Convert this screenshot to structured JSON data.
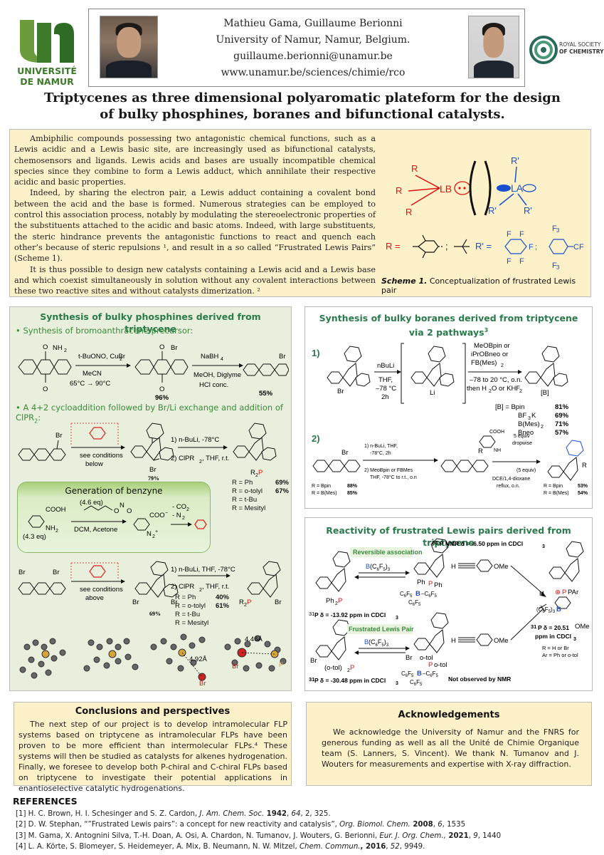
{
  "header": {
    "logo_left_lines": [
      "UNIVERSITÉ",
      "DE NAMUR"
    ],
    "authors": "Mathieu Gama, Guillaume Berionni",
    "affiliation": "University of Namur, Namur, Belgium.",
    "email": "guillaume.berionni@unamur.be",
    "website": "www.unamur.be/sciences/chimie/rco",
    "logo_right_lines": [
      "ROYAL SOCIETY",
      "OF CHEMISTRY"
    ]
  },
  "title_lines": [
    "Triptycenes as three dimensional polyaromatic plateform for the design",
    "of bulky phosphines, boranes and bifunctional catalysts."
  ],
  "intro": {
    "p1": "Ambiphilic compounds possessing two antagonistic chemical functions, such as a Lewis acidic and a Lewis basic site, are increasingly used as bifunctional catalysts, chemosensors and ligands. Lewis acids and bases are usually incompatible chemical species since they combine to form a Lewis adduct, which annihilate their respective acidic and basic properties.",
    "p2": "Indeed, by sharing the electron pair, a Lewis adduct containing a covalent bond between the acid and the base is formed. Numerous strategies can be employed to control this association process, notably by modulating the stereoelectronic properties of the substituents attached to the acidic and basic atoms. Indeed, with large substituents, the steric hindrance prevents the antagonistic functions to react and quench each other’s because of steric repulsions ¹, and result in a so called “Frustrated Lewis Pairs” (Scheme 1).",
    "p3": "It is thus possible to design new catalysts containing a Lewis acid and a Lewis base and which coexist simultaneously in solution without any covalent interactions between these two reactive sites and without catalysts dimerization. ²",
    "scheme_caption_bold": "Scheme 1.",
    "scheme_caption": " Conceptualization of frustrated Lewis pair",
    "scheme": {
      "lb_label": "LB",
      "la_label": "LA",
      "r": "R",
      "r_prime": "R'",
      "r_eq": "R =",
      "r_prime_eq": "R' =",
      "f": "F",
      "cf3": "CF",
      "f3c": "F",
      "three": "3"
    }
  },
  "phosphines": {
    "title": "Synthesis of bulky phosphines derived from triptycene",
    "bullet1": "Synthesis of bromoanthracene precursor:",
    "bullet2": "A 4+2 cycloaddition followed by Br/Li exchange and addition of ClPR",
    "bullet2_sub": "2",
    "bullet2_end": ":",
    "step1_reagents": "t-BuONO, CuBr",
    "step1_sub": "2",
    "step1_solvent": "MeCN",
    "step1_temp": "65°C → 90°C",
    "step1_yield": "96%",
    "step2_reagent": "NaBH",
    "step2_sub": "4",
    "step2_solvent": "MeOH, Diglyme",
    "step2_acid": "HCl conc.",
    "step2_yield": "55%",
    "nh2": "NH",
    "br": "Br",
    "o": "O",
    "see_conditions_below": [
      "see conditions",
      "below"
    ],
    "yield_79": "79%",
    "li_step1": "1) n-BuLi, -78°C",
    "li_step2": "2) ClPR",
    "li_step2_end": ", THF, r.t.",
    "r2p": "R",
    "r_list_1": [
      {
        "label": "R = Ph",
        "yield": "69%"
      },
      {
        "label": "R = o-tolyl",
        "yield": "67%"
      },
      {
        "label": "R = t-Bu",
        "yield": ""
      },
      {
        "label": "R = Mesityl",
        "yield": ""
      }
    ],
    "benzyne": {
      "title": "Generation of benzyne",
      "eq1": "(4.6 eq)",
      "eq2": "(4.3 eq)",
      "cooh": "COOH",
      "nh2": "NH",
      "coo": "COO",
      "n2": "N",
      "cond": "DCM, Acetone",
      "loss1": "- CO",
      "loss2": "- N",
      "o": "O",
      "n": "N"
    },
    "see_conditions_above": [
      "see conditions",
      "above"
    ],
    "yield_69": "69%",
    "li2_step1": "1) n-BuLi, THF, -78°C",
    "li2_step2": "2) ClPR",
    "li2_step2_end": ", THF, r.t.",
    "r_list_2": [
      {
        "label": "R = Ph",
        "yield": "40%"
      },
      {
        "label": "R = o-tolyl",
        "yield": "61%"
      },
      {
        "label": "R = t-Bu",
        "yield": ""
      },
      {
        "label": "R = Mesityl",
        "yield": ""
      }
    ],
    "xray_labels": [
      "4.92Å",
      "4.46Å",
      "Br",
      "Br",
      "P",
      "P"
    ]
  },
  "boranes": {
    "title_line1": "Synthesis of bulky boranes derived from triptycene",
    "title_line2": "via 2 pathways",
    "title_sup": "3",
    "path1": "1)",
    "path2": "2)",
    "nbuli": "nBuLi",
    "thf": "THF,",
    "temp": "–78 °C",
    "time": "2h",
    "br": "Br",
    "li": "Li",
    "reagents": [
      "MeOBpin or",
      "iPrOBneo or",
      "FB(Mes)"
    ],
    "reagents_sub": "2",
    "cond1": "–78 to 20 °C, o.n.",
    "cond2": "then H",
    "cond2_b": "O or KHF",
    "b_label": "[B]",
    "b_list": [
      {
        "label": "[B] =  Bpin",
        "yield": "81%"
      },
      {
        "label": "BF",
        "sub": "3",
        "end": "K",
        "yield": "69%"
      },
      {
        "label": "B(Mes)",
        "sub": "2",
        "end": "",
        "yield": "71%"
      },
      {
        "label": "Bneo",
        "yield": "57%"
      }
    ],
    "p2_step1": "1) n-BuLi, THF,",
    "p2_step1b": "-78°C, 2h",
    "p2_step2": "2) MeoBpin or FBMes",
    "p2_step2b": "THF, -78°C to r.t., o.n",
    "r_bpin": "R = Bpin",
    "r_bmes": "R = B(Mes)",
    "yield_88": "88%",
    "yield_85": "85%",
    "cooh": "COOH",
    "nh2": "NH",
    "equiv5a": "5 equiv",
    "dropwise": "dropwise",
    "equiv5b": "(5 equiv)",
    "dce": "DCE/1,4-dioxane",
    "reflux": "reflux, o.n.",
    "yield_53": "53%",
    "yield_54": "54%",
    "r": "R"
  },
  "flp": {
    "title": "Reactivity of frustrated Lewis pairs derived from triptycene",
    "reversible": "Reversible association",
    "frustrated": "Frustrated Lewis Pair",
    "bc6f5": "B(C",
    "nmr_top": "P NMR δ = -6.50 ppm in CDCl",
    "nmr_31": "31",
    "nmr_a": "P δ = -13.92 ppm in CDCl",
    "nmr_b": "P δ = -30.48 ppm in CDCl",
    "nmr_c1": "P δ = 20.51",
    "nmr_c2": "ppm in CDCl",
    "ome": "OMe",
    "not_observed": "Not observed by NMR",
    "r_h_br": "R = H or Br",
    "ar": "Ar = Ph or o-tol",
    "ph2p": "Ph",
    "otol2p": "(o-tol)",
    "c6f5": "C",
    "ph": "Ph",
    "p": "P",
    "otol": "o-tol",
    "b": "B",
    "h": "H",
    "par2": "PAr",
    "c6f53b": "(C"
  },
  "conclusions": {
    "title": "Conclusions and perspectives",
    "text": "The next step of our project is to develop intramolecular FLP systems based on triptycene as intramolecular FLPs have been proven to be more efficient than intermolecular FLPs.⁴ These systems will then be studied as catalysts for alkenes hydrogenation. Finally, we foresee to develop both P-chiral and C-chiral FLPs based on triptycene to investigate their potential applications in enantioselective catalytic hydrogenations."
  },
  "acknowledgements": {
    "title": "Acknowledgements",
    "text": "We acknowledge the University of Namur and the FNRS for generous funding as well as all the Unité de Chimie Organique team (S. Lanners, S. Vincent). We thank N. Tumanov and J. Wouters for measurements and expertise with X-ray diffraction."
  },
  "references": {
    "title": "REFERENCES",
    "items": [
      {
        "a": "[1] H. C. Brown, H. I. Schesinger and S. Z. Cardon, ",
        "i": "J. Am. Chem. Soc.",
        "b": " 1942",
        "c": ", ",
        "v": "64",
        "d": ", 2, 325."
      },
      {
        "a": "[2] D. W. Stephan, “”Frustrated Lewis pairs”: a concept for new reactivity and catalysis”, ",
        "i": "Org. Biomol. Chem.",
        "b": " 2008",
        "c": ", ",
        "v": "6",
        "d": ", 1535"
      },
      {
        "a": "[3] M. Gama, X. Antognini Silva, T.-H. Doan, A. Osi, A. Chardon, N. Tumanov, J. Wouters, G. Berionni, ",
        "i": "Eur. J. Org. Chem.,",
        "b": " 2021",
        "c": ", ",
        "v": "9",
        "d": ", 1440"
      },
      {
        "a": "[4] L. A. Körte, S. Blomeyer, S. Heidemeyer, A. Mix, B. Neumann, N. W. Mitzel, ",
        "i": "Chem. Commun.",
        "b": ", 2016",
        "c": ", ",
        "v": "52",
        "d": ", 9949."
      }
    ]
  },
  "colors": {
    "green_title": "#2b7a4b",
    "bullet_green": "#3a8a3a",
    "panel_yellow": "#fdf1c9",
    "panel_green": "#e8efdc",
    "lewis_red": "#d11",
    "lewis_blue": "#1a4fd0",
    "phosphorus_red": "#d11",
    "boron_blue": "#1a4fd0"
  },
  "icons": [
    "university-logo",
    "rsc-logo",
    "author-photo",
    "triptycene-structure",
    "anthracene-structure",
    "benzyne-ring",
    "xray-structure"
  ]
}
